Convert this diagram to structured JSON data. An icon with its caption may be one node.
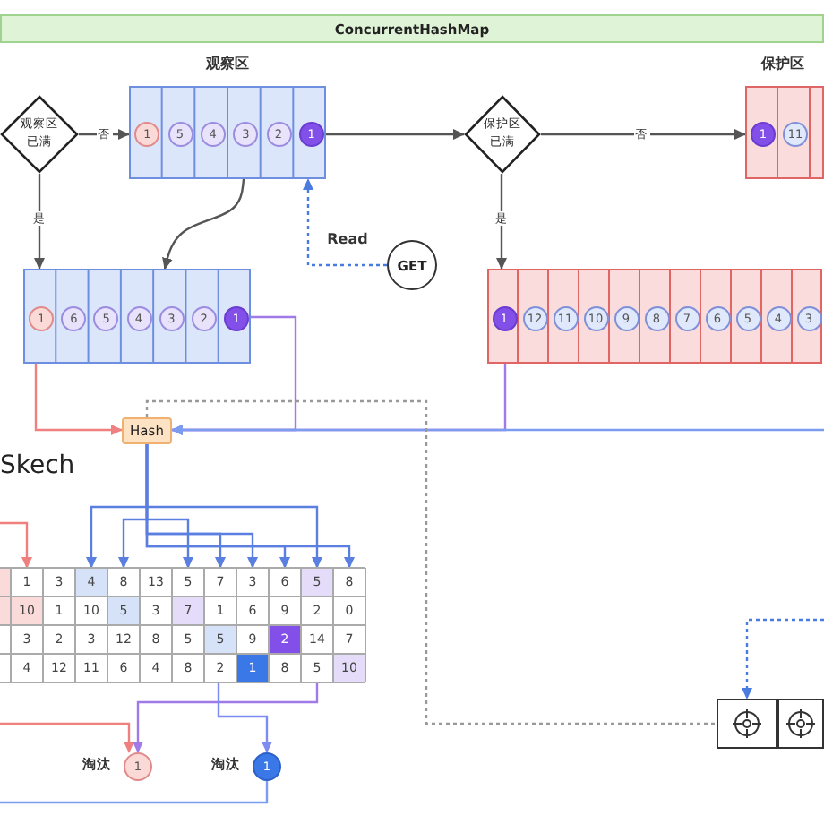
{
  "diagram": {
    "nodes": [
      {
        "text": [
          "ConcurrentHashMap"
        ]
      },
      {
        "text": [
          "观察区已满"
        ]
      },
      {
        "text": [],
        "shape": "box",
        "beside": [
          "观察区"
        ]
      },
      {
        "text": [
          "1"
        ],
        "in": 2
      },
      {
        "text": [
          "5"
        ],
        "in": 2
      },
      {
        "text": [
          "4"
        ],
        "in": 2
      },
      {
        "text": [
          "3"
        ],
        "in": 2
      },
      {
        "text": [
          "2"
        ],
        "in": 2
      },
      {
        "text": [
          "1"
        ],
        "in": 2
      },
      {
        "text": [
          "保护区已满"
        ]
      },
      {
        "text": [],
        "shape": "box",
        "beside": [
          "保护区"
        ]
      },
      {
        "text": [
          "1"
        ],
        "in": 10
      },
      {
        "text": [
          "11"
        ],
        "in": 10
      },
      {
        "text": [
          "GET"
        ]
      },
      {
        "text": [],
        "shape": "box"
      },
      {
        "text": [
          "1"
        ],
        "in": 14
      },
      {
        "text": [
          "6"
        ],
        "in": 14
      },
      {
        "text": [
          "5"
        ],
        "in": 14
      },
      {
        "text": [
          "4"
        ],
        "in": 14
      },
      {
        "text": [
          "3"
        ],
        "in": 14
      },
      {
        "text": [
          "2"
        ],
        "in": 14
      },
      {
        "text": [
          "1"
        ],
        "in": 14
      },
      {
        "text": [],
        "shape": "box"
      },
      {
        "text": [
          "1"
        ],
        "in": 22
      },
      {
        "text": [
          "12"
        ],
        "in": 22
      },
      {
        "text": [
          "11"
        ],
        "in": 22
      },
      {
        "text": [
          "10"
        ],
        "in": 22
      },
      {
        "text": [
          "9"
        ],
        "in": 22
      },
      {
        "text": [
          "8"
        ],
        "in": 22
      },
      {
        "text": [
          "7"
        ],
        "in": 22
      },
      {
        "text": [
          "6"
        ],
        "in": 22
      },
      {
        "text": [
          "5"
        ],
        "in": 22
      },
      {
        "text": [
          "4"
        ],
        "in": 22
      },
      {
        "text": [
          "3"
        ],
        "in": 22
      },
      {
        "text": [
          "Hash"
        ]
      },
      {
        "text": [],
        "shape": "box"
      },
      {
        "text": [
          "1"
        ],
        "beside": [
          "淘汰"
        ]
      },
      {
        "text": [
          "1"
        ],
        "beside": [
          "淘汰"
        ]
      },
      {
        "text": [],
        "shape": "box"
      },
      {
        "text": [],
        "shape": "box"
      }
    ],
    "edges": [
      {
        "from": 1,
        "to": 2,
        "arrow": "to",
        "label": "否",
        "color": "#555555"
      },
      {
        "from": 1,
        "to": 14,
        "arrow": "to",
        "label": "是",
        "color": "#555555"
      },
      {
        "from": 2,
        "to": 9,
        "arrow": "to",
        "color": "#555555"
      },
      {
        "from": 9,
        "to": 10,
        "arrow": "to",
        "label": "否",
        "color": "#555555"
      },
      {
        "from": 9,
        "to": 22,
        "arrow": "to",
        "label": "是",
        "color": "#555555"
      },
      {
        "from": 2,
        "to": 14,
        "arrow": "to",
        "color": "#555555"
      },
      {
        "from": 13,
        "to": 2,
        "arrow": "to",
        "label": "Read",
        "style": "dashed",
        "color": "#4a7be0"
      },
      {
        "from": 14,
        "to": 34,
        "arrow": "to",
        "color": "#f08080"
      },
      {
        "from": 14,
        "to": 34,
        "arrow": "to",
        "color": "#a07ae8"
      },
      {
        "from": 22,
        "to": 34,
        "arrow": "to",
        "color": "#a07ae8"
      },
      {
        "from": null,
        "to": 34,
        "arrow": "to",
        "color": "#7c9cf0"
      },
      {
        "from": 34,
        "to": 35,
        "arrow": "to",
        "color": "#5b7fe0"
      },
      {
        "from": 34,
        "to": 35,
        "arrow": "to",
        "color": "#5b7fe0"
      },
      {
        "from": 34,
        "to": 35,
        "arrow": "to",
        "color": "#5b7fe0"
      },
      {
        "from": 34,
        "to": 35,
        "arrow": "to",
        "color": "#5b7fe0"
      },
      {
        "from": 34,
        "to": 35,
        "arrow": "to",
        "color": "#5b7fe0"
      },
      {
        "from": 34,
        "to": 35,
        "arrow": "to",
        "color": "#5b7fe0"
      },
      {
        "from": 34,
        "to": 35,
        "arrow": "to",
        "color": "#5b7fe0"
      },
      {
        "from": 34,
        "to": 35,
        "arrow": "to",
        "color": "#5b7fe0"
      },
      {
        "from": null,
        "to": 35,
        "arrow": "to",
        "color": "#f08080"
      },
      {
        "from": 35,
        "to": 36,
        "arrow": "to",
        "color": "#a07ae8"
      },
      {
        "from": null,
        "to": 36,
        "arrow": "to",
        "color": "#f08080"
      },
      {
        "from": 35,
        "to": 37,
        "arrow": "to",
        "color": "#7c8cf0"
      },
      {
        "from": 37,
        "to": null,
        "arrow": "none",
        "color": "#7c9cf0"
      },
      {
        "from": 34,
        "to": 38,
        "arrow": "none",
        "style": "dashed",
        "color": "#999999"
      },
      {
        "from": null,
        "to": 38,
        "arrow": "to",
        "style": "dashed",
        "color": "#4a7be0"
      }
    ],
    "labels": [
      "Skech",
      "1",
      "3",
      "4",
      "8",
      "13",
      "5",
      "7",
      "3",
      "6",
      "5",
      "8",
      "10",
      "1",
      "10",
      "5",
      "3",
      "7",
      "1",
      "6",
      "9",
      "2",
      "0",
      "3",
      "2",
      "3",
      "12",
      "8",
      "5",
      "5",
      "9",
      "2",
      "14",
      "7",
      "4",
      "12",
      "11",
      "6",
      "4",
      "8",
      "2",
      "1",
      "8",
      "5",
      "10"
    ]
  }
}
